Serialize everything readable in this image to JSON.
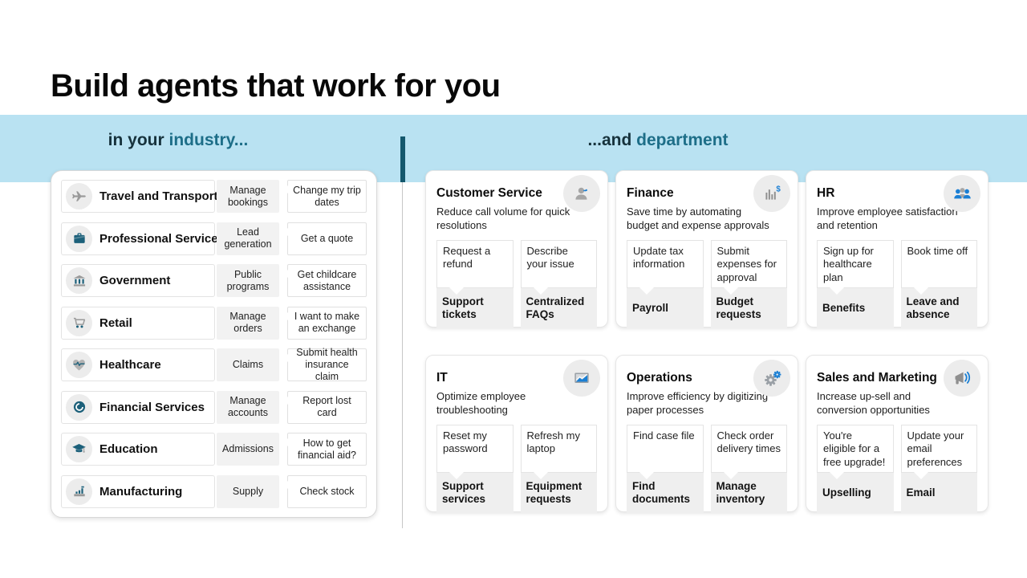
{
  "title": "Build agents that work for you",
  "band": {
    "left_prefix": "in your ",
    "left_highlight": "industry...",
    "right_prefix": "...and ",
    "right_highlight": "department"
  },
  "colors": {
    "band_bg": "#b9e2f2",
    "teal_text": "#1d6e88",
    "divider_teal": "#14586d",
    "accent_blue": "#1a7fd4",
    "icon_teal": "#1c607a",
    "icon_gray": "#9a9a9a"
  },
  "industries": [
    {
      "label": "Travel and Transport",
      "icon": "airplane-icon",
      "chip_gray": "Manage bookings",
      "chip_white": "Change my trip dates"
    },
    {
      "label": "Professional Services",
      "icon": "briefcase-icon",
      "chip_gray": "Lead generation",
      "chip_white": "Get a quote"
    },
    {
      "label": "Government",
      "icon": "bank-icon",
      "chip_gray": "Public programs",
      "chip_white": "Get childcare assistance"
    },
    {
      "label": "Retail",
      "icon": "cart-icon",
      "chip_gray": "Manage orders",
      "chip_white": "I want to make an exchange"
    },
    {
      "label": "Healthcare",
      "icon": "heart-pulse-icon",
      "chip_gray": "Claims",
      "chip_white": "Submit health insurance claim"
    },
    {
      "label": "Financial Services",
      "icon": "coin-icon",
      "chip_gray": "Manage accounts",
      "chip_white": "Report lost card"
    },
    {
      "label": "Education",
      "icon": "graduation-cap-icon",
      "chip_gray": "Admissions",
      "chip_white": "How to get financial aid?"
    },
    {
      "label": "Manufacturing",
      "icon": "factory-icon",
      "chip_gray": "Supply",
      "chip_white": "Check stock"
    }
  ],
  "departments": [
    {
      "title": "Customer Service",
      "icon": "person-icon",
      "desc": "Reduce call volume for quick resolutions",
      "left_user": "Request a refund",
      "left_tag": "Support tickets",
      "right_user": "Describe your issue",
      "right_tag": "Centralized FAQs"
    },
    {
      "title": "Finance",
      "icon": "bar-chart-dollar-icon",
      "desc": "Save time by automating budget and expense approvals",
      "left_user": "Update tax information",
      "left_tag": "Payroll",
      "right_user": "Submit expenses for approval",
      "right_tag": "Budget requests"
    },
    {
      "title": "HR",
      "icon": "people-group-icon",
      "desc": "Improve employee satisfaction and retention",
      "left_user": "Sign up for healthcare plan",
      "left_tag": "Benefits",
      "right_user": "Book time off",
      "right_tag": "Leave and absence"
    },
    {
      "title": "IT",
      "icon": "monitor-chart-icon",
      "desc": "Optimize employee troubleshooting",
      "left_user": "Reset my password",
      "left_tag": "Support services",
      "right_user": "Refresh my laptop",
      "right_tag": "Equipment requests"
    },
    {
      "title": "Operations",
      "icon": "gears-icon",
      "desc": "Improve efficiency by digitizing paper processes",
      "left_user": "Find case file",
      "left_tag": "Find documents",
      "right_user": "Check order delivery times",
      "right_tag": "Manage inventory"
    },
    {
      "title": "Sales and Marketing",
      "icon": "megaphone-icon",
      "desc": "Increase up-sell and conversion opportunities",
      "left_user": "You're eligible for a free upgrade!",
      "left_tag": "Upselling",
      "right_user": "Update your email preferences",
      "right_tag": "Email"
    }
  ]
}
